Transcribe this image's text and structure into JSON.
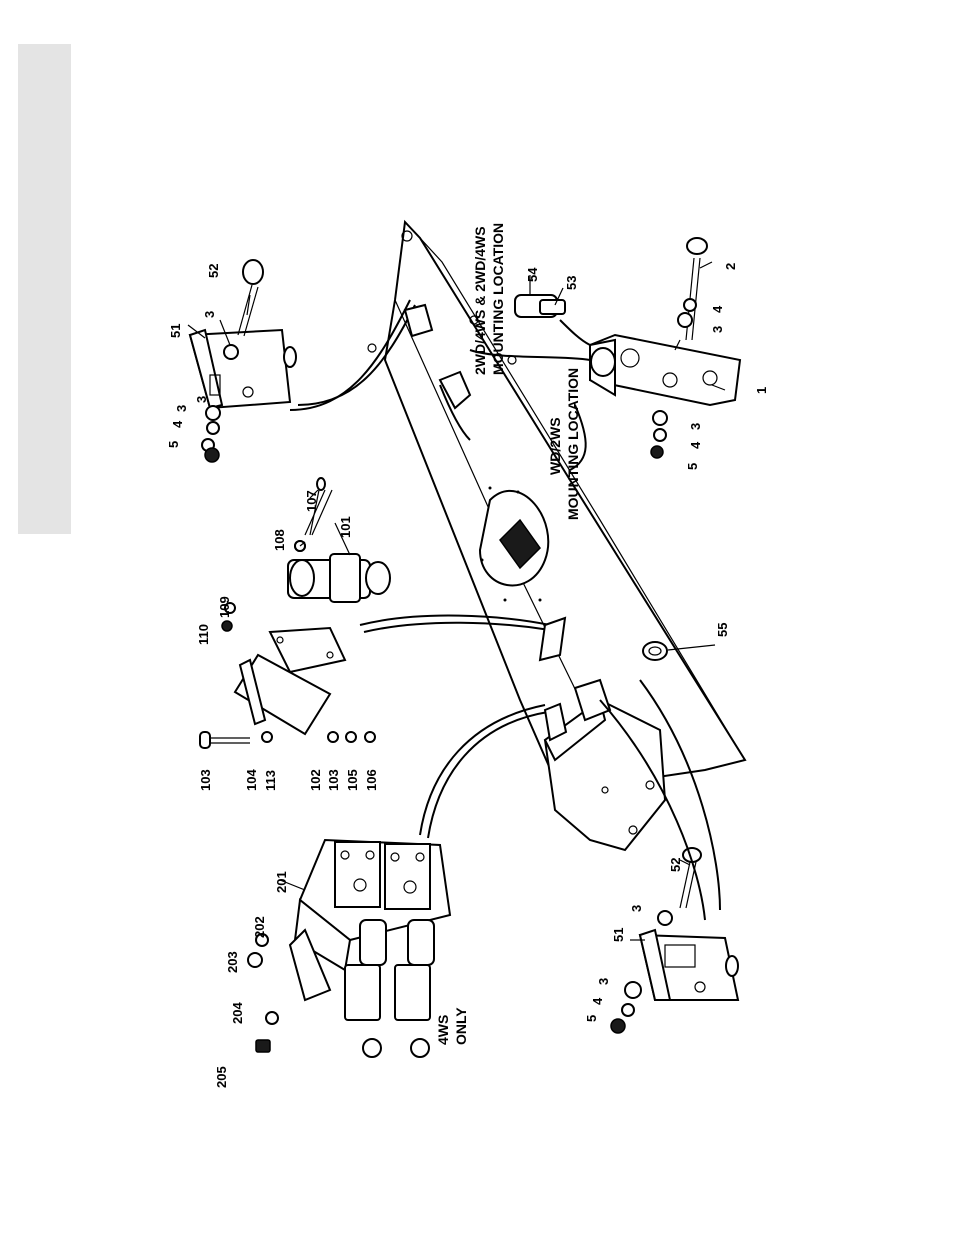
{
  "part_labels": {
    "p1": "1",
    "p2": "2",
    "p3a": "3",
    "p3b": "3",
    "p3c": "3",
    "p3d": "3",
    "p3e": "3",
    "p3f": "3",
    "p3g": "3",
    "p4a": "4",
    "p4b": "4",
    "p4c": "4",
    "p4d": "4",
    "p5a": "5",
    "p5b": "5",
    "p5c": "5",
    "p51a": "51",
    "p51b": "51",
    "p52a": "52",
    "p52b": "52",
    "p53": "53",
    "p54": "54",
    "p55": "55",
    "p101": "101",
    "p102": "102",
    "p103a": "103",
    "p103b": "103",
    "p104": "104",
    "p105": "105",
    "p106": "106",
    "p107": "107",
    "p108": "108",
    "p109": "109",
    "p110": "110",
    "p113": "113",
    "p201": "201",
    "p202": "202",
    "p203": "203",
    "p204": "204",
    "p205": "205"
  },
  "notes": {
    "mount_2wd_4ws_line1": "2WD/4WS & 2WD/4WS",
    "mount_2wd_4ws_line2": "MOUNTING LOCATION",
    "mount_wd_2ws_line1": "WD/2WS",
    "mount_wd_2ws_line2": "MOUNTING LOCATION",
    "only_4ws_line1": "4WS",
    "only_4ws_line2": "ONLY"
  }
}
